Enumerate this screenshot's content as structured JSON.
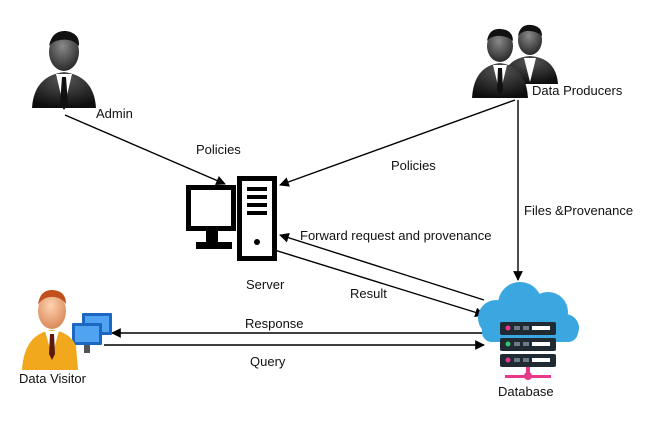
{
  "nodes": {
    "admin": {
      "label": "Admin"
    },
    "data_producers": {
      "label": "Data Producers"
    },
    "server": {
      "label": "Server"
    },
    "database": {
      "label": "Database"
    },
    "data_visitor": {
      "label": "Data Visitor"
    }
  },
  "edges": {
    "admin_policies": "Policies",
    "producer_policies": "Policies",
    "files_provenance": "Files &Provenance",
    "forward_request": "Forward request and provenance",
    "result": "Result",
    "response": "Response",
    "query": "Query"
  },
  "colors": {
    "cloud": "#3aa7e0",
    "server_rack": "#1f2a33",
    "rack_led_pink": "#e8388a",
    "rack_led_green": "#39c46b",
    "visitor_shirt": "#f2a81d",
    "monitor": "#1c66c4"
  }
}
